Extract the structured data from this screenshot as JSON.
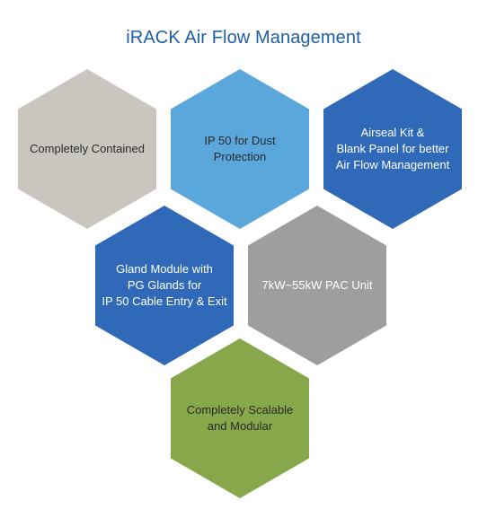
{
  "title": "iRACK Air Flow Management",
  "corner_mark": "",
  "hexagons": [
    {
      "label": "Completely Contained",
      "fill": "#c8c6bf",
      "text_color": "#2b2b2b"
    },
    {
      "label": "IP 50 for Dust\nProtection",
      "fill": "#5aa7dc",
      "text_color": "#2b2b2b"
    },
    {
      "label": "Airseal Kit &\nBlank Panel for better\nAir Flow Management",
      "fill": "#2f69b8",
      "text_color": "#ffffff"
    },
    {
      "label": "Gland Module with\nPG Glands for\nIP 50 Cable Entry & Exit",
      "fill": "#2f69b8",
      "text_color": "#ffffff"
    },
    {
      "label": "7kW~55kW PAC Unit",
      "fill": "#9e9e9e",
      "text_color": "#ffffff"
    },
    {
      "label": "Completely Scalable\nand Modular",
      "fill": "#86a84a",
      "text_color": "#2b2b2b"
    }
  ]
}
